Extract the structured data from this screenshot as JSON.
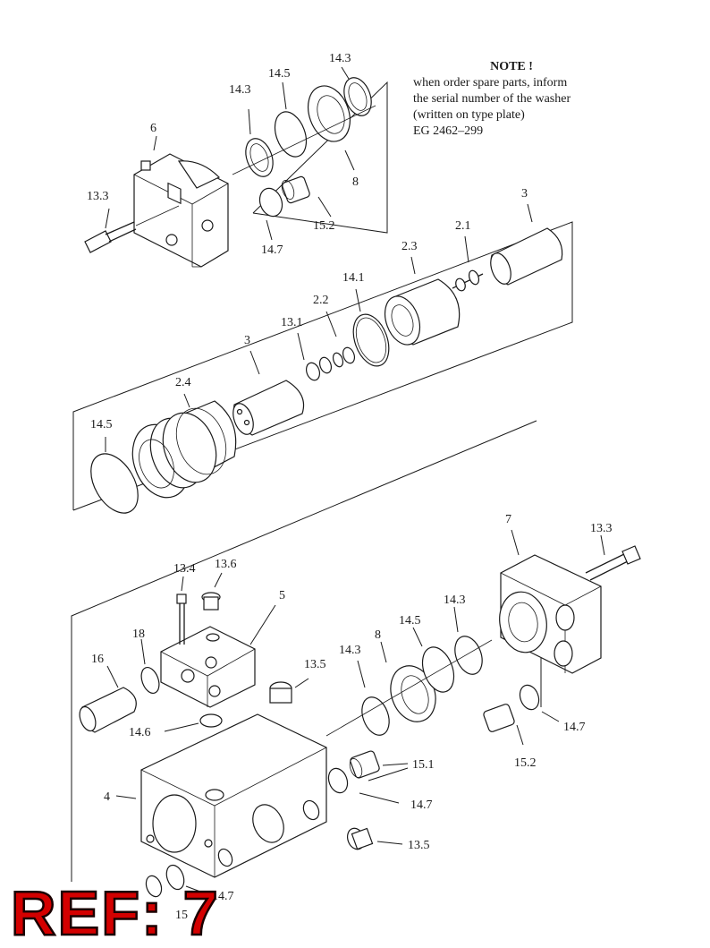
{
  "note": {
    "title": "NOTE !",
    "lines": [
      "when order spare parts, inform",
      "the serial number of the washer",
      "(written on type plate)",
      "EG 2462–299"
    ]
  },
  "ref_badge": "REF: 7",
  "callouts": [
    "14.3",
    "14.5",
    "14.3",
    "6",
    "8",
    "13.3",
    "15.2",
    "14.7",
    "3",
    "2.1",
    "2.3",
    "14.1",
    "2.2",
    "13.1",
    "3",
    "2.4",
    "14.5",
    "7",
    "13.3",
    "13.4",
    "13.6",
    "5",
    "14.3",
    "14.5",
    "8",
    "14.3",
    "18",
    "16",
    "13.5",
    "14.6",
    "14.7",
    "15.2",
    "15.1",
    "4",
    "14.7",
    "13.5",
    "14.7",
    "15"
  ]
}
